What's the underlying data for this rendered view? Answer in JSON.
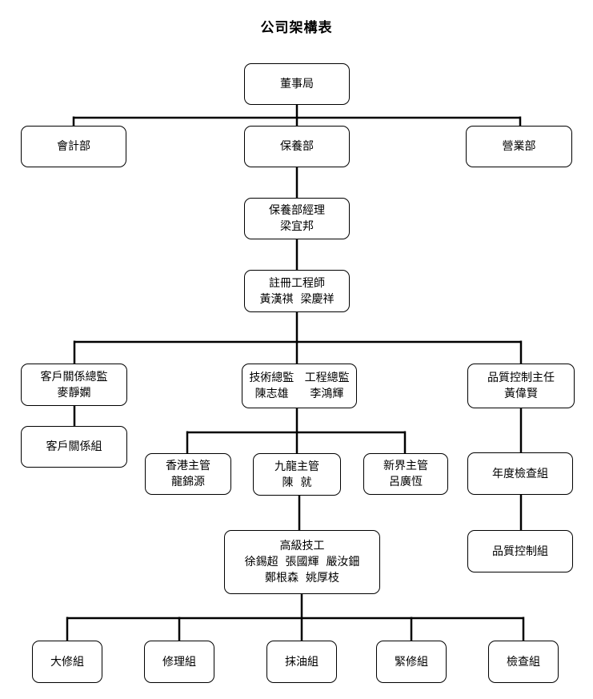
{
  "title": "公司架構表",
  "nodes": {
    "board": [
      "董事局"
    ],
    "accounting": [
      "會計部"
    ],
    "maintenance": [
      "保養部"
    ],
    "sales": [
      "營業部"
    ],
    "maint_manager": [
      "保養部經理",
      "梁宜邦"
    ],
    "engineers": [
      "註冊工程師",
      "黃漢祺  梁慶祥"
    ],
    "cr_director": [
      "客戶關係總監",
      "麥靜嫻"
    ],
    "tech_director": [
      "技術總監   工程總監",
      "陳志雄      李鴻輝"
    ],
    "qc_head": [
      "品質控制主任",
      "黃偉賢"
    ],
    "cr_group": [
      "客戶關係組"
    ],
    "hk_supervisor": [
      "香港主管",
      "龍錦源"
    ],
    "kln_supervisor": [
      "九龍主管",
      "陳  就"
    ],
    "nt_supervisor": [
      "新界主管",
      "呂廣恆"
    ],
    "annual_inspection": [
      "年度檢查組"
    ],
    "qc_group": [
      "品質控制組"
    ],
    "senior_tech": [
      "高級技工",
      "徐錫超  張國輝  嚴汝鈿",
      "鄭根森  姚厚枝"
    ],
    "overhaul": [
      "大修組"
    ],
    "repair": [
      "修理組"
    ],
    "lubrication": [
      "抹油組"
    ],
    "emergency": [
      "緊修組"
    ],
    "inspection": [
      "檢查組"
    ]
  }
}
